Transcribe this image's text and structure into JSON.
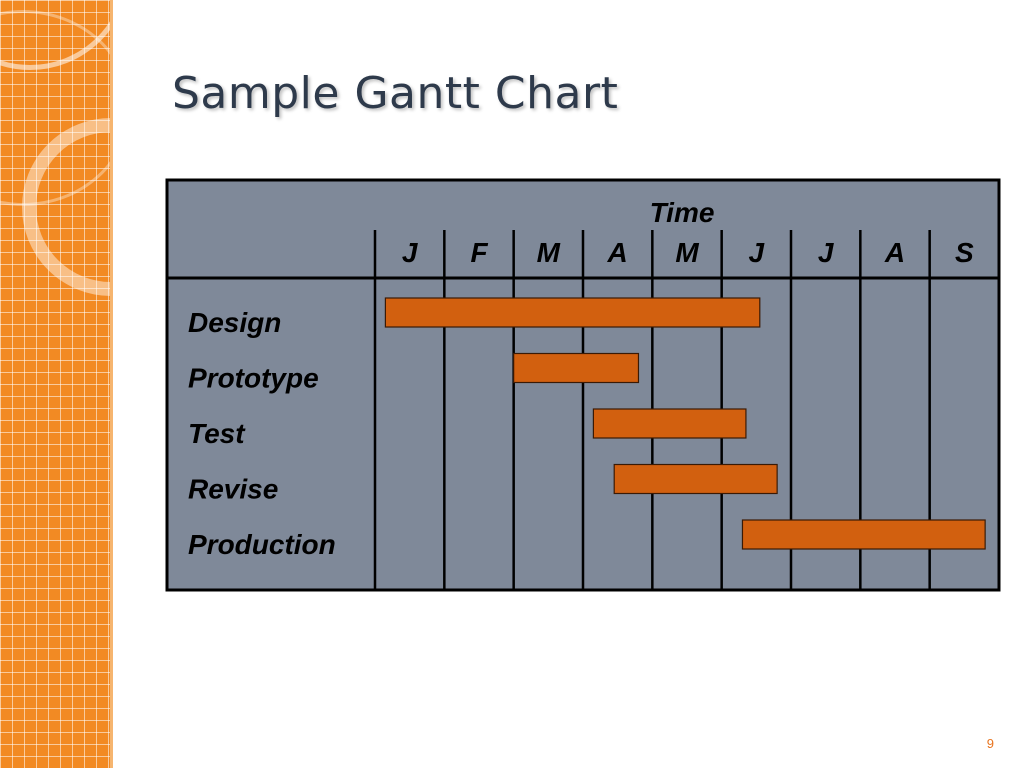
{
  "slide": {
    "title": "Sample Gantt Chart",
    "page_number": "9",
    "accent_color": "#f28a23",
    "bar_color": "#d2600f",
    "table_fill": "#7f8999"
  },
  "chart_data": {
    "type": "bar",
    "subtype": "gantt",
    "header": "Time",
    "months": [
      "J",
      "F",
      "M",
      "A",
      "M",
      "J",
      "J",
      "A",
      "S"
    ],
    "tasks": [
      {
        "name": "Design",
        "start": 0.15,
        "end": 5.55
      },
      {
        "name": "Prototype",
        "start": 2.0,
        "end": 3.8
      },
      {
        "name": "Test",
        "start": 3.15,
        "end": 5.35
      },
      {
        "name": "Revise",
        "start": 3.45,
        "end": 5.8
      },
      {
        "name": "Production",
        "start": 5.3,
        "end": 8.8
      }
    ],
    "grid": true
  }
}
